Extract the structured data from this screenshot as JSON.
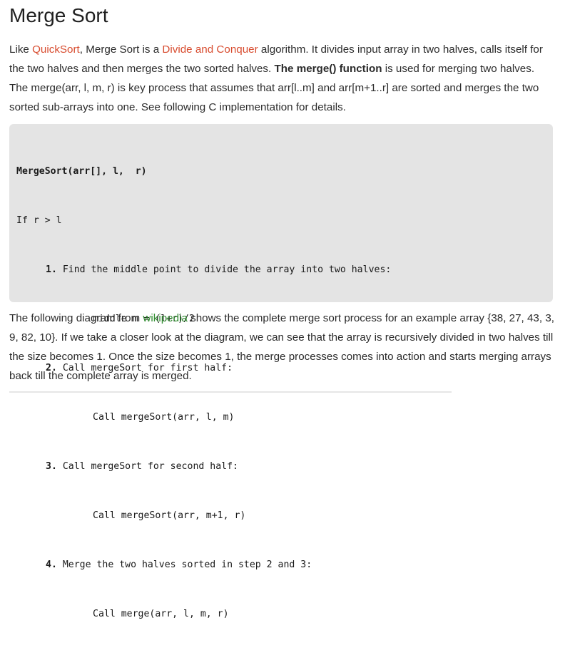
{
  "title": "Merge Sort",
  "intro": {
    "s1": "Like ",
    "link_quicksort": "QuickSort",
    "s2": ", Merge Sort is a ",
    "link_dc": "Divide and Conquer",
    "s3": " algorithm. It divides input array in two halves, calls itself for the two halves and then merges the two sorted halves. ",
    "bold": "The merge() function",
    "s4": " is used for merging two halves. The merge(arr, l, m, r) is key process that assumes that arr[l..m] and arr[m+1..r] are sorted and merges the two sorted sub-arrays into one. See following C implementation for details."
  },
  "code": {
    "header": "MergeSort(arr[], l,  r)",
    "if": "If r > l",
    "steps": [
      {
        "num": "1.",
        "text": " Find the middle point to divide the array into two halves:",
        "detail": "middle m = (l+r)/2"
      },
      {
        "num": "2.",
        "text": " Call mergeSort for first half:",
        "detail": "Call mergeSort(arr, l, m)"
      },
      {
        "num": "3.",
        "text": " Call mergeSort for second half:",
        "detail": "Call mergeSort(arr, m+1, r)"
      },
      {
        "num": "4.",
        "text": " Merge the two halves sorted in step 2 and 3:",
        "detail": "Call merge(arr, l, m, r)"
      }
    ]
  },
  "outro": {
    "s1": "The following diagram from ",
    "link_wiki": "wikipedia",
    "s2": " shows the complete merge sort process for an example array {38, 27, 43, 3, 9, 82, 10}. If we take a closer look at the diagram, we can see that the array is recursively divided in two halves till the size becomes 1. Once the size becomes 1, the merge processes comes into action and starts merging arrays back till the complete array is merged."
  },
  "colors": {
    "link_red": "#d84c2f",
    "link_green": "#2e8b2e",
    "code_bg": "#e4e4e4"
  }
}
